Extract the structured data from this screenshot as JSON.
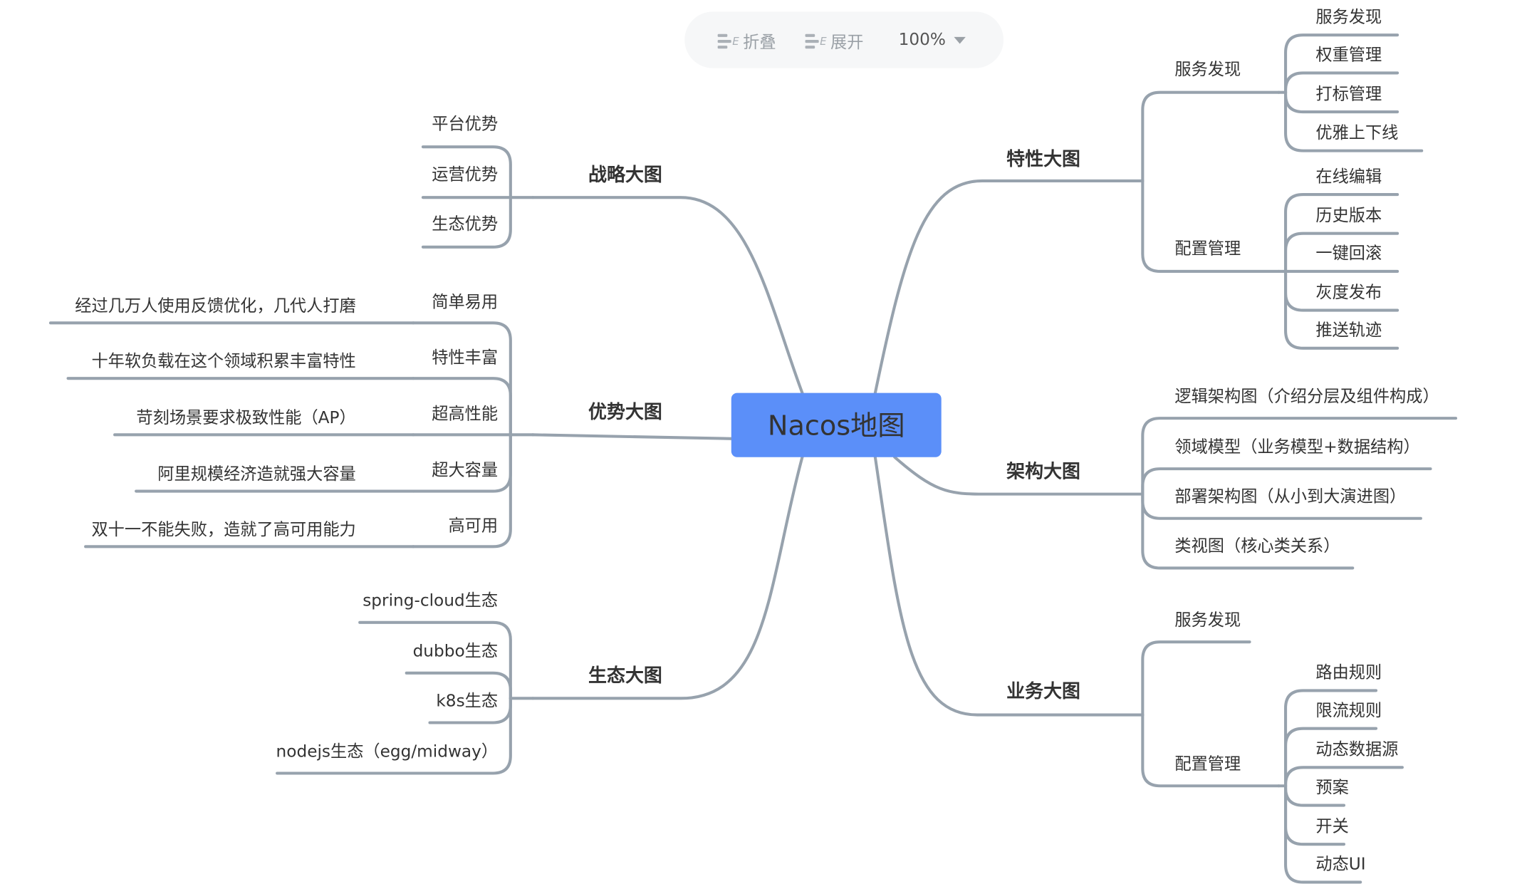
{
  "toolbar": {
    "collapse_label": "折叠",
    "expand_label": "展开",
    "zoom": "100%"
  },
  "root": {
    "label": "Nacos地图",
    "color": "#5b8ff9"
  },
  "line_color": "#97a2ad",
  "branches": {
    "features": {
      "label": "特性大图",
      "groups": [
        {
          "label": "服务发现",
          "items": [
            "服务发现",
            "权重管理",
            "打标管理",
            "优雅上下线"
          ]
        },
        {
          "label": "配置管理",
          "items": [
            "在线编辑",
            "历史版本",
            "一键回滚",
            "灰度发布",
            "推送轨迹"
          ]
        }
      ]
    },
    "architecture": {
      "label": "架构大图",
      "items": [
        "逻辑架构图（介绍分层及组件构成）",
        "领域模型（业务模型+数据结构）",
        "部署架构图（从小到大演进图）",
        "类视图（核心类关系）"
      ]
    },
    "business": {
      "label": "业务大图",
      "groups": [
        {
          "label": "服务发现",
          "items": []
        },
        {
          "label": "配置管理",
          "items": [
            "路由规则",
            "限流规则",
            "动态数据源",
            "预案",
            "开关",
            "动态UI"
          ]
        }
      ]
    },
    "strategy": {
      "label": "战略大图",
      "items": [
        "平台优势",
        "运营优势",
        "生态优势"
      ]
    },
    "advantages": {
      "label": "优势大图",
      "items": [
        {
          "label": "简单易用",
          "detail": "经过几万人使用反馈优化，几代人打磨"
        },
        {
          "label": "特性丰富",
          "detail": "十年软负载在这个领域积累丰富特性"
        },
        {
          "label": "超高性能",
          "detail": "苛刻场景要求极致性能（AP）"
        },
        {
          "label": "超大容量",
          "detail": "阿里规模经济造就强大容量"
        },
        {
          "label": "高可用",
          "detail": "双十一不能失败，造就了高可用能力"
        }
      ]
    },
    "ecosystem": {
      "label": "生态大图",
      "items": [
        "spring-cloud生态",
        "dubbo生态",
        "k8s生态",
        "nodejs生态（egg/midway）"
      ]
    }
  }
}
